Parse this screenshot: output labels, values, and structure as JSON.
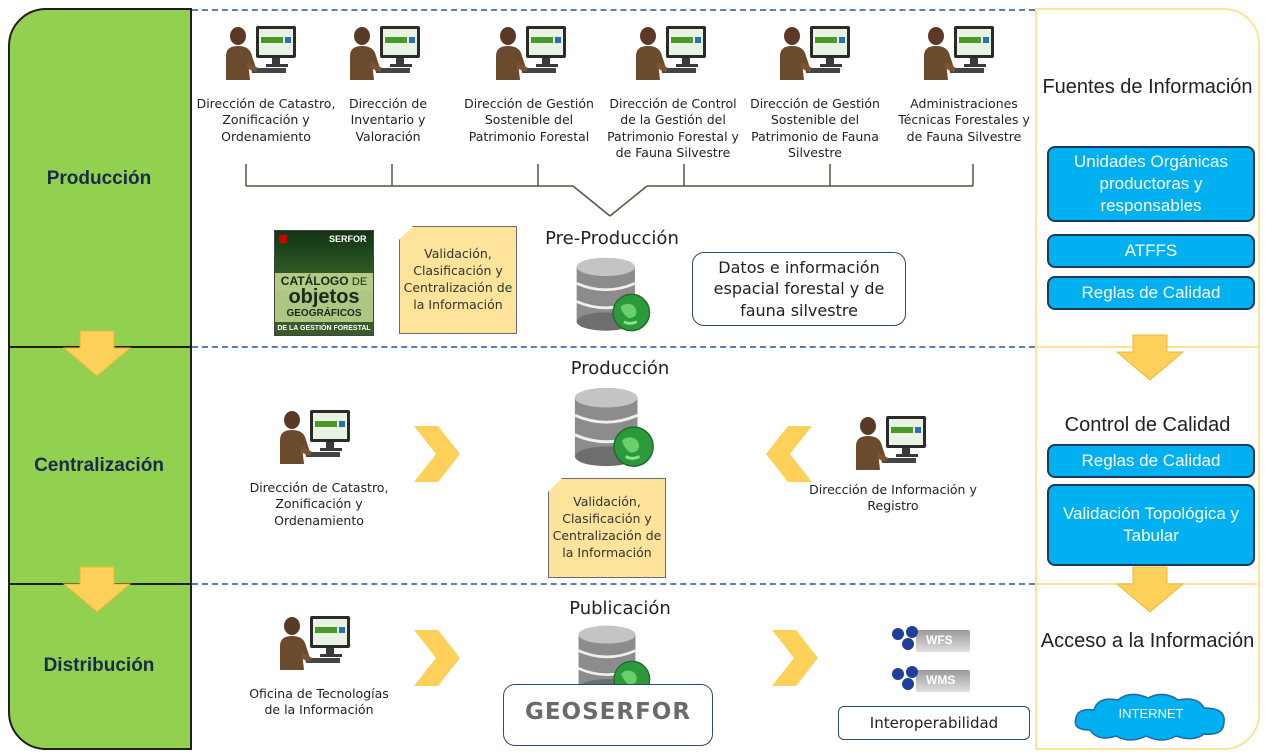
{
  "stages": {
    "produccion": "Producción",
    "centralizacion": "Centralización",
    "distribucion": "Distribución"
  },
  "production_units": [
    "Dirección de Catastro, Zonificación y Ordenamiento",
    "Dirección de Inventario y Valoración",
    "Dirección de Gestión Sostenible del Patrimonio Forestal",
    "Dirección de Control de la Gestión del Patrimonio Forestal y de Fauna Silvestre",
    "Dirección de Gestión Sostenible del Patrimonio de Fauna Silvestre",
    "Administraciones Técnicas Forestales y de Fauna Silvestre"
  ],
  "pre_production": {
    "title": "Pre-Producción",
    "note": "Validación, Clasificación y Centralización de la Información",
    "data_box": "Datos e información espacial forestal y de fauna silvestre",
    "catalog": {
      "brand": "SERFOR",
      "line1": "CATÁLOGO",
      "line1b": "DE",
      "line2": "objetos",
      "line3": "GEOGRÁFICOS",
      "line4": "DE LA GESTIÓN FORESTAL"
    }
  },
  "centralization": {
    "title": "Producción",
    "left_unit": "Dirección de Catastro, Zonificación y Ordenamiento",
    "right_unit": "Dirección de Información y Registro",
    "note": "Validación, Clasificación y Centralización de la Información"
  },
  "distribution": {
    "title": "Publicación",
    "unit": "Oficina de Tecnologías de la Información",
    "logo": "GEOSERFOR",
    "services": [
      "WFS",
      "WMS"
    ],
    "interop": "Interoperabilidad"
  },
  "right_panel": {
    "sources_title": "Fuentes de Información",
    "sources_items": [
      "Unidades Orgánicas productoras y responsables",
      "ATFFS",
      "Reglas de Calidad"
    ],
    "quality_title": "Control de Calidad",
    "quality_items": [
      "Reglas de Calidad",
      "Validación Topológica y Tabular"
    ],
    "access_title": "Acceso a la Información",
    "internet": "INTERNET"
  },
  "colors": {
    "stage_green": "#92d050",
    "accent_blue": "#00b0f0",
    "note_yellow": "#fde49a",
    "arrow_yellow": "#fdd05a"
  }
}
